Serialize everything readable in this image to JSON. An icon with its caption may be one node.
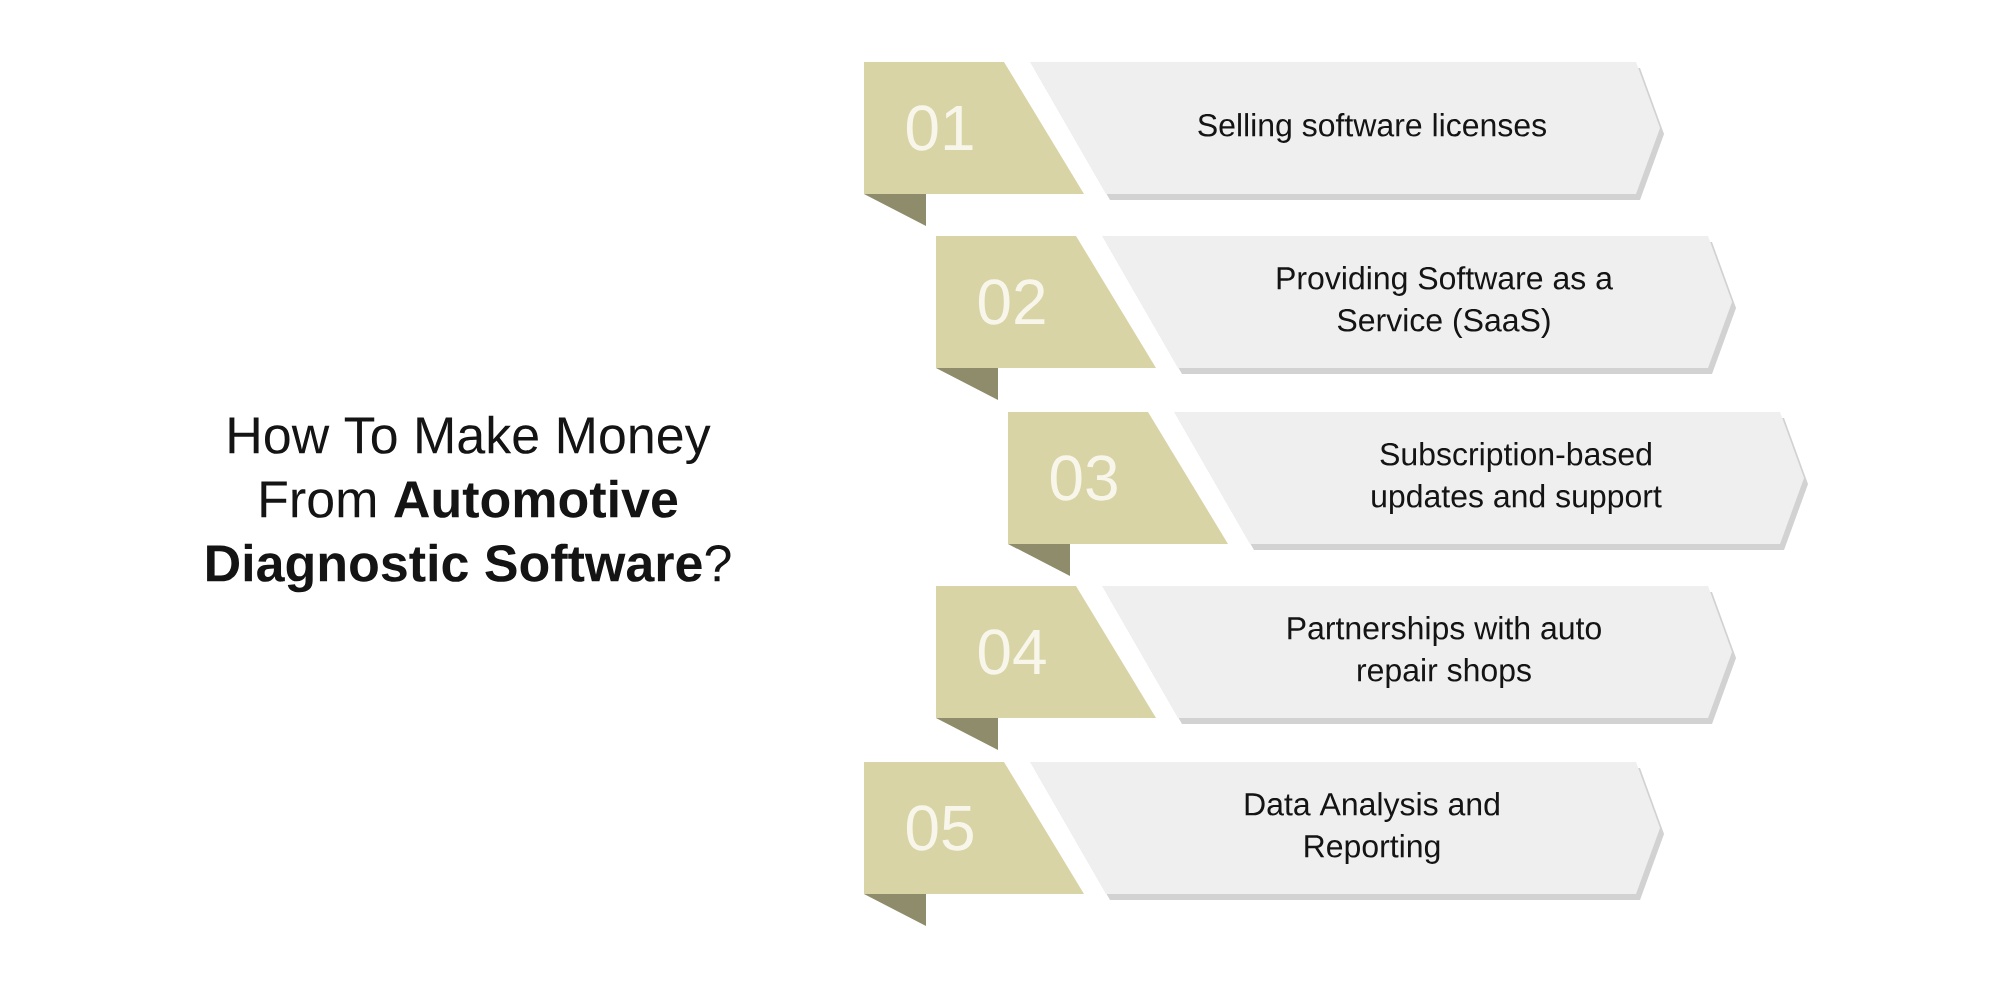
{
  "diagram": {
    "title": "How To Make Money From **Automotive Diagnostic Software**?",
    "nodes": [
      {
        "text": [
          "01"
        ]
      },
      {
        "text": [
          "Selling software licenses"
        ]
      },
      {
        "text": [
          "02"
        ]
      },
      {
        "text": [
          "Providing Software as a Service (SaaS)"
        ]
      },
      {
        "text": [
          "03"
        ]
      },
      {
        "text": [
          "Subscription-based updates and support"
        ]
      },
      {
        "text": [
          "04"
        ]
      },
      {
        "text": [
          "Partnerships with auto repair shops"
        ]
      },
      {
        "text": [
          "05"
        ]
      },
      {
        "text": [
          "Data Analysis and Reporting"
        ]
      }
    ]
  }
}
